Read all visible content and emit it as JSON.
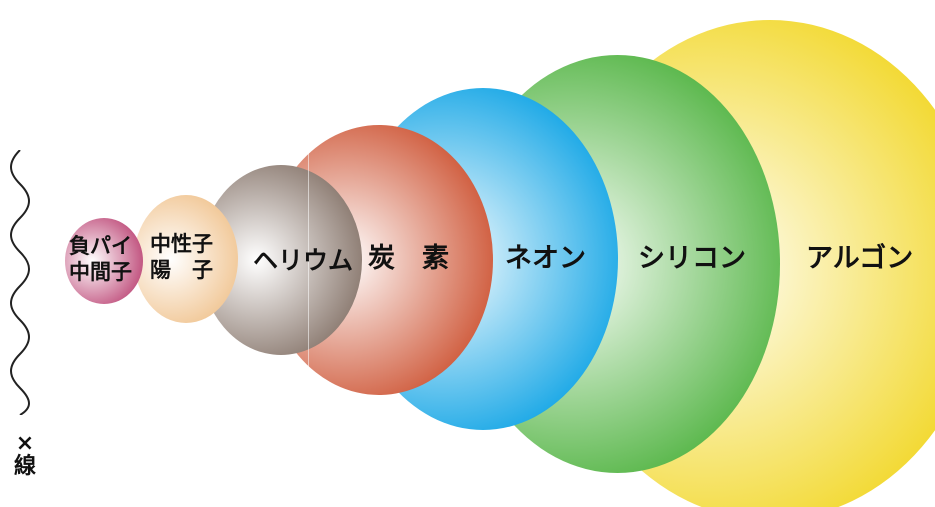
{
  "colors": {
    "argon": "#f2d82c",
    "silicon": "#57b648",
    "neon": "#18a7e6",
    "carbon": "#cf5a3b",
    "helium": "#8b7a70",
    "neutron_proton": "#f1c796",
    "pion_muon": "#c1537f",
    "text": "#111111"
  },
  "circles": [
    {
      "key": "argon",
      "label": "アルゴン"
    },
    {
      "key": "silicon",
      "label": "シリコン"
    },
    {
      "key": "neon",
      "label": "ネオン"
    },
    {
      "key": "carbon",
      "label": "炭　素"
    },
    {
      "key": "helium",
      "label": "ヘリウム"
    },
    {
      "key": "neutron_proton",
      "label_line1": "中性子",
      "label_line2": "陽　子"
    },
    {
      "key": "pion_muon",
      "label_line1": "負パイ",
      "label_line2": "中間子"
    }
  ],
  "xray": {
    "line1": "×",
    "line2": "線"
  }
}
